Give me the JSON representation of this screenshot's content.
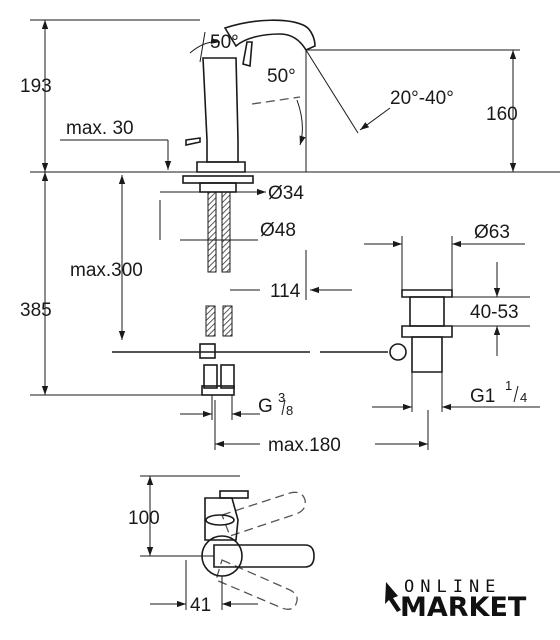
{
  "dimensions": {
    "height_193": "193",
    "height_160": "160",
    "height_385": "385",
    "angle_top": "50°",
    "angle_side": "50°",
    "angle_range": "20°-40°",
    "max_30": "max. 30",
    "max_300": "max.300",
    "dia_34": "Ø34",
    "dia_48": "Ø48",
    "dia_63": "Ø63",
    "dist_114": "114",
    "range_40_53": "40-53",
    "thread_g38_main": "G",
    "thread_g38_num": "3",
    "thread_g38_den": "8",
    "thread_g114_main": "G1",
    "thread_g114_num": "1",
    "thread_g114_den": "4",
    "max_180": "max.180",
    "height_100": "100",
    "width_41": "41"
  },
  "brand": {
    "line1": "ONLINE",
    "line2": "MARKET"
  },
  "colors": {
    "line": "#1a1a1a",
    "hatch": "#333333",
    "background": "#ffffff"
  }
}
